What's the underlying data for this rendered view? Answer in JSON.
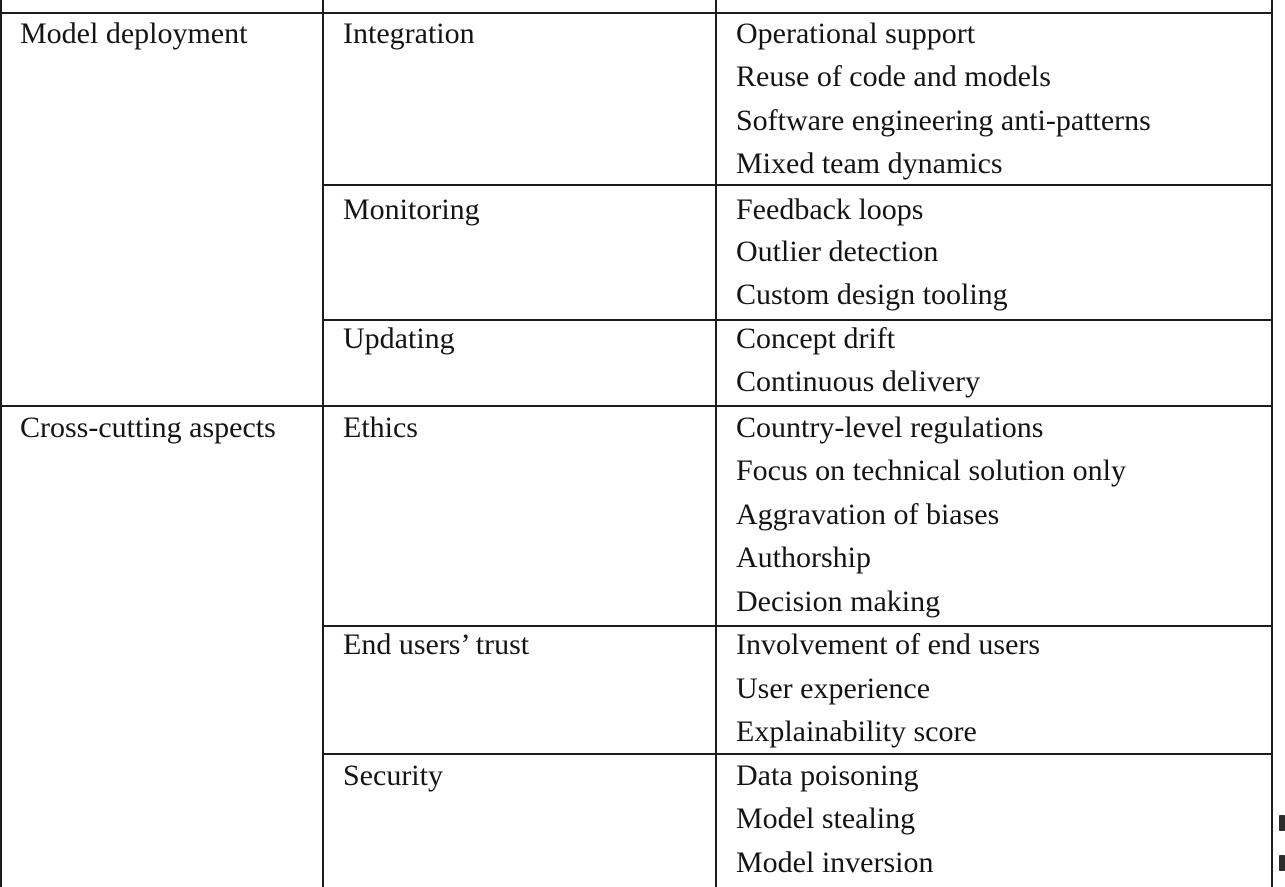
{
  "table": {
    "sections": [
      {
        "stage": "Model deployment",
        "groups": [
          {
            "step": "Integration",
            "challenges": [
              "Operational support",
              "Reuse of code and models",
              "Software engineering anti-patterns",
              "Mixed team dynamics"
            ]
          },
          {
            "step": "Monitoring",
            "challenges": [
              "Feedback loops",
              "Outlier detection",
              "Custom design tooling"
            ]
          },
          {
            "step": "Updating",
            "challenges": [
              "Concept drift",
              "Continuous delivery"
            ]
          }
        ]
      },
      {
        "stage": "Cross-cutting aspects",
        "groups": [
          {
            "step": "Ethics",
            "challenges": [
              "Country-level regulations",
              "Focus on technical solution only",
              "Aggravation of biases",
              "Authorship",
              "Decision making"
            ]
          },
          {
            "step": "End users’ trust",
            "challenges": [
              "Involvement of end users",
              "User experience",
              "Explainability score"
            ]
          },
          {
            "step": "Security",
            "challenges": [
              "Data poisoning",
              "Model stealing",
              "Model inversion"
            ]
          }
        ]
      }
    ]
  }
}
